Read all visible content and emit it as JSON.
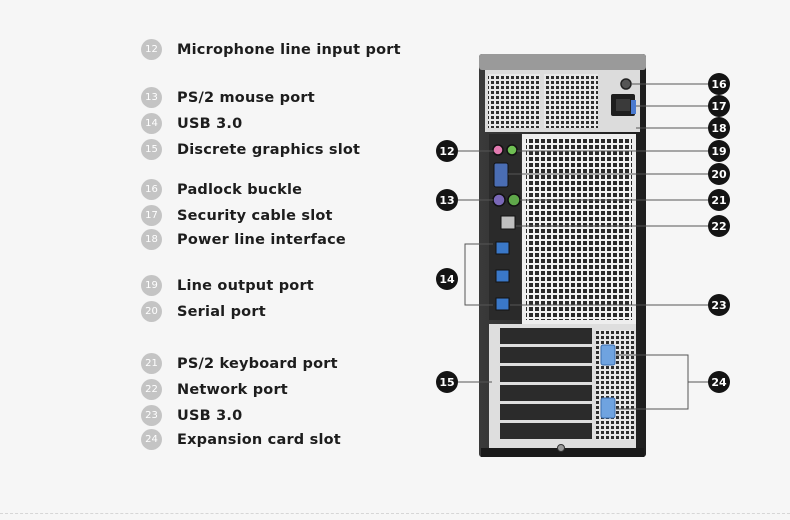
{
  "legend": [
    {
      "num": "12",
      "label": "Microphone line input port"
    },
    {
      "num": "13",
      "label": "PS/2 mouse port"
    },
    {
      "num": "14",
      "label": "USB 3.0"
    },
    {
      "num": "15",
      "label": "Discrete graphics slot"
    },
    {
      "num": "16",
      "label": "Padlock buckle"
    },
    {
      "num": "17",
      "label": "Security cable slot"
    },
    {
      "num": "18",
      "label": "Power line interface"
    },
    {
      "num": "19",
      "label": "Line output port"
    },
    {
      "num": "20",
      "label": "Serial port"
    },
    {
      "num": "21",
      "label": "PS/2 keyboard port"
    },
    {
      "num": "22",
      "label": "Network port"
    },
    {
      "num": "23",
      "label": "USB 3.0"
    },
    {
      "num": "24",
      "label": "Expansion card slot"
    }
  ],
  "callouts": [
    "12",
    "13",
    "14",
    "15",
    "16",
    "17",
    "18",
    "19",
    "20",
    "21",
    "22",
    "23",
    "24"
  ],
  "colors": {
    "badge_gray": "#c4c4c4",
    "callout_black": "#141414",
    "usb_blue": "#3a78c8",
    "mic_green": "#5fa84a",
    "ps2_purple": "#7a68b8",
    "latch_blue": "#6fa3e0",
    "chassis_dark": "#2c2c2c"
  }
}
